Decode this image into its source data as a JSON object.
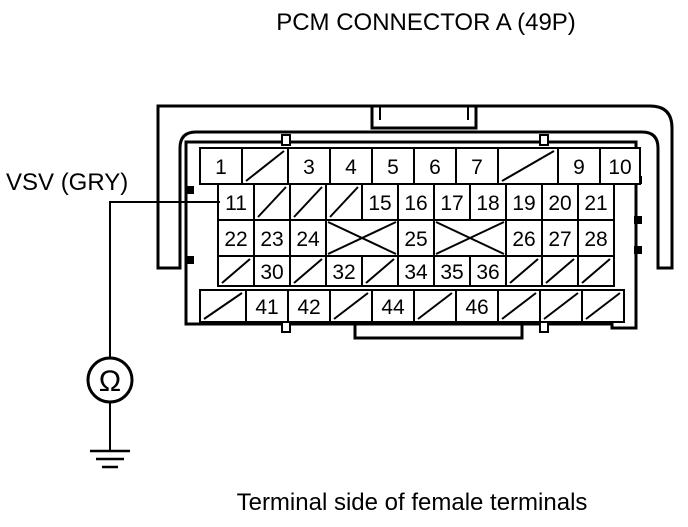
{
  "title": "PCM CONNECTOR A (49P)",
  "wire_label": "VSV (GRY)",
  "caption": "Terminal side of female terminals",
  "meter_symbol": "Ω",
  "meter_icon": "ohmmeter-icon",
  "ground_icon": "ground-icon",
  "rows": [
    [
      "1",
      "",
      "3",
      "4",
      "5",
      "6",
      "7",
      "",
      "9",
      "10"
    ],
    [
      "11",
      "",
      "",
      "",
      "15",
      "16",
      "17",
      "18",
      "19",
      "20",
      "21"
    ],
    [
      "22",
      "23",
      "24",
      "X",
      "25",
      "X",
      "26",
      "27",
      "28"
    ],
    [
      "",
      "30",
      "",
      "32",
      "",
      "34",
      "35",
      "36",
      "",
      "",
      ""
    ],
    [
      "",
      "41",
      "42",
      "",
      "44",
      "",
      "46",
      "",
      "",
      ""
    ]
  ]
}
